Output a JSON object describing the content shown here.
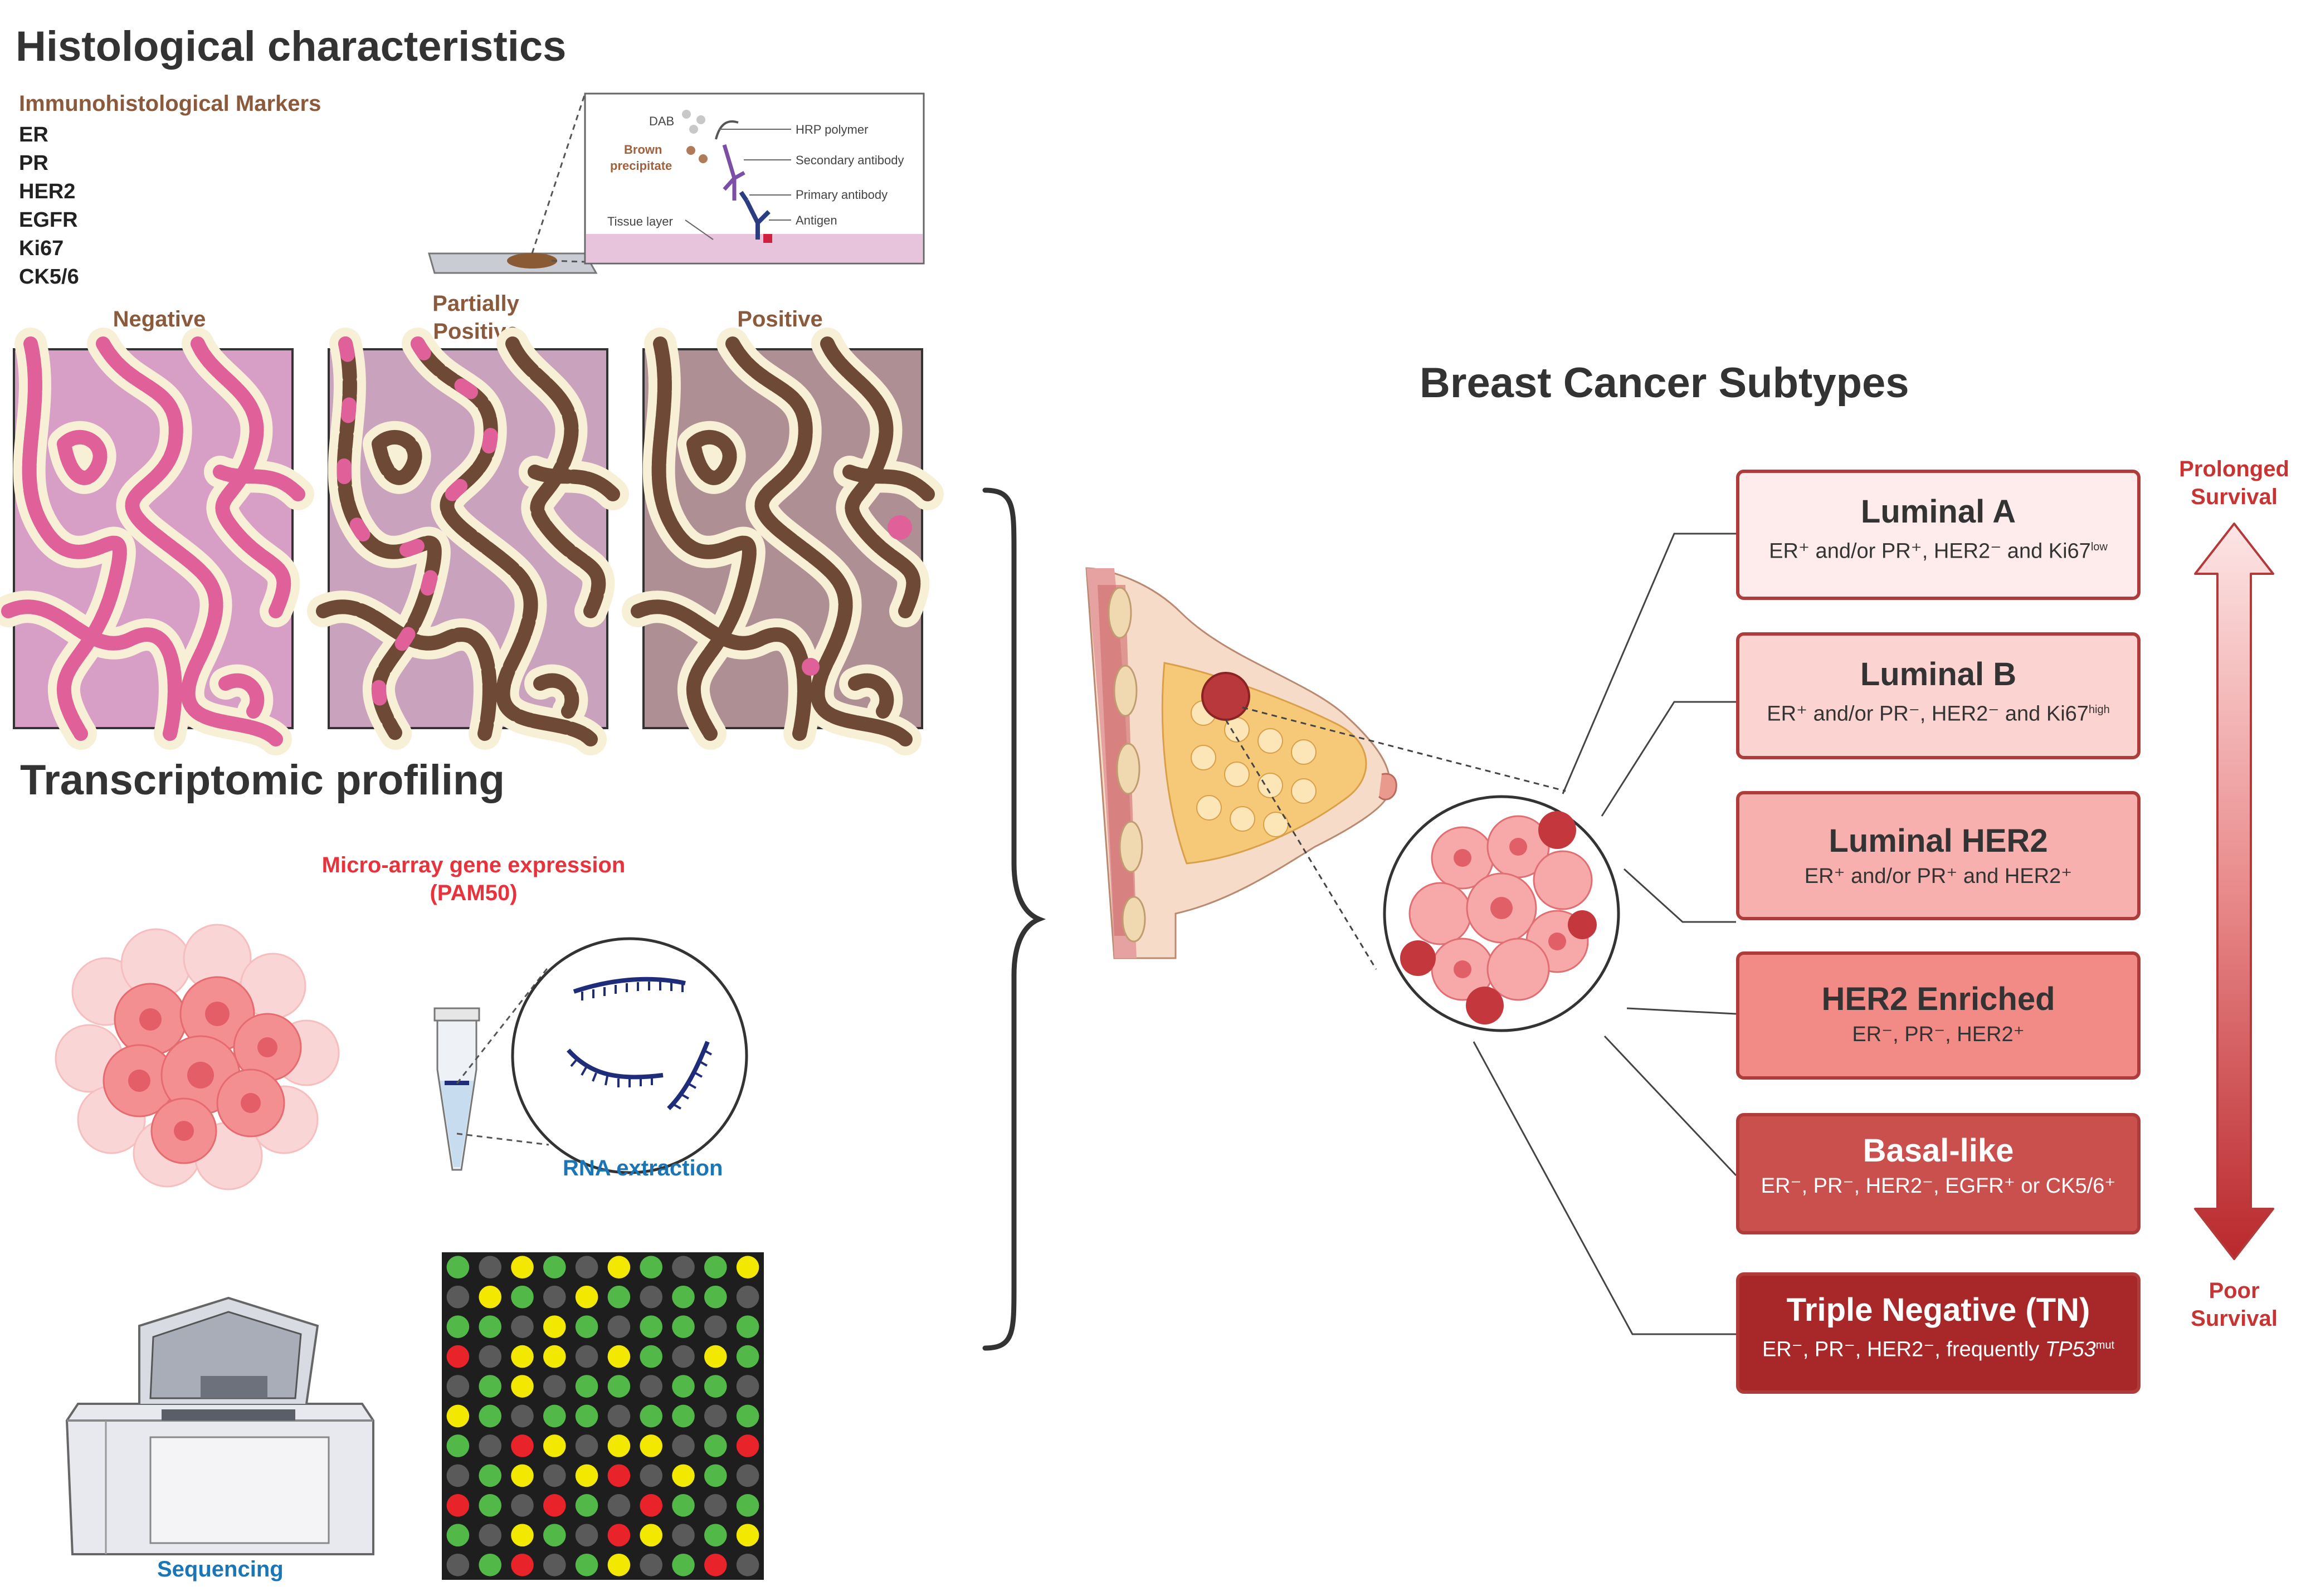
{
  "histology": {
    "title": "Histological characteristics",
    "markers_title": "Immunohistological Markers",
    "markers": [
      "ER",
      "PR",
      "HER2",
      "EGFR",
      "Ki67",
      "CK5/6"
    ],
    "ihc_labels": {
      "dab": "DAB",
      "brown_precipitate_1": "Brown",
      "brown_precipitate_2": "precipitate",
      "hrp": "HRP polymer",
      "secondary": "Secondary antibody",
      "primary": "Primary antibody",
      "tissue": "Tissue layer",
      "antigen": "Antigen"
    },
    "panels": {
      "negative": "Negative",
      "partial_1": "Partially",
      "partial_2": "Positive",
      "positive": "Positive"
    }
  },
  "transcriptomic": {
    "title": "Transcriptomic profiling",
    "microarray_1": "Micro-array gene expression",
    "microarray_2": "(PAM50)",
    "rna": "RNA extraction",
    "sequencing": "Sequencing",
    "microarray_grid": [
      "GRYGGYGYGY",
      "RYGGYGYGGR",
      "GGRYGRGGYG",
      "RGYYGYGGYG",
      "RGYRGGYGGG",
      "YGYGGRGGRG",
      "GGRYGYYGGR",
      "GGYGYRGYGG",
      "RGGRGYRGYG",
      "GRYGGRYGGY",
      "YGRGGYGGRG"
    ],
    "colors": {
      "R": "#e8232a",
      "Y": "#f2e800",
      "G": "#52b848",
      "N": "#5a5a5a"
    }
  },
  "subtypes": {
    "title": "Breast Cancer Subtypes",
    "items": [
      {
        "name": "Luminal A",
        "desc": "ER⁺ and/or PR⁺, HER2⁻ and Ki67",
        "sup": "low",
        "fill": "#fdeceb",
        "text": "#333333"
      },
      {
        "name": "Luminal B",
        "desc": "ER⁺ and/or PR⁻, HER2⁻ and Ki67",
        "sup": "high",
        "fill": "#fbd3d1",
        "text": "#333333"
      },
      {
        "name": "Luminal HER2",
        "desc": "ER⁺ and/or PR⁺ and HER2⁺",
        "sup": "",
        "fill": "#f7b0ad",
        "text": "#333333"
      },
      {
        "name": "HER2 Enriched",
        "desc": "ER⁻, PR⁻, HER2⁺",
        "sup": "",
        "fill": "#f28a86",
        "text": "#333333"
      },
      {
        "name": "Basal-like",
        "desc": "ER⁻, PR⁻, HER2⁻, EGFR⁺ or CK5/6⁺",
        "sup": "",
        "fill": "#c9504d",
        "text": "#ffffff"
      },
      {
        "name": "Triple Negative (TN)",
        "desc": "ER⁻, PR⁻, HER2⁻, frequently ",
        "desc_italic": "TP53",
        "sup": "mut",
        "fill": "#a8282a",
        "text": "#ffffff"
      }
    ],
    "survival_top_1": "Prolonged",
    "survival_top_2": "Survival",
    "survival_bottom_1": "Poor",
    "survival_bottom_2": "Survival"
  }
}
